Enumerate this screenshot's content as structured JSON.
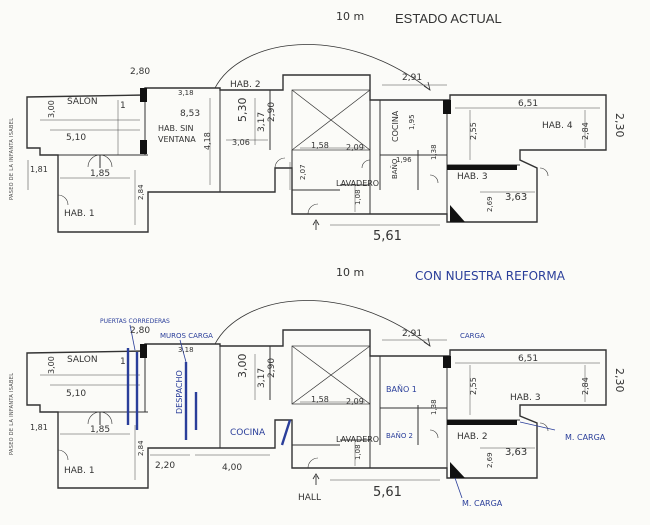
{
  "top": {
    "title": "ESTADO ACTUAL",
    "scale_note": "10 m",
    "side_text": "PASEO DE LA INFANTA ISABEL",
    "rooms": {
      "salon": "SALON",
      "hab_sin_ventana_1": "HAB. SIN",
      "hab_sin_ventana_2": "VENTANA",
      "hab2": "HAB. 2",
      "hab1": "HAB. 1",
      "cocina": "COCINA",
      "bano": "BAÑO",
      "lavadero": "LAVADERO",
      "hab3": "HAB. 3",
      "hab4": "HAB. 4"
    },
    "dims": {
      "d280": "2,80",
      "d318": "3,18",
      "d853": "8,53",
      "d510": "5,10",
      "d300a": "3,00",
      "d1": "1",
      "d181": "1,81",
      "d185": "1,85",
      "d284": "2,84",
      "d418": "4,18",
      "d530": "5,30",
      "d306": "3,06",
      "d317": "3,17",
      "d290": "2,90",
      "d207": "2,07",
      "d158": "1,58",
      "d209": "2,09",
      "d291": "2,91",
      "d195": "1,95",
      "d196": "1,96",
      "d138": "1,38",
      "d108": "1,08",
      "d561": "5,61",
      "d651": "6,51",
      "d255": "2,55",
      "d284b": "2,84",
      "d230": "2,30",
      "d363": "3,63",
      "d269": "2,69"
    }
  },
  "bottom": {
    "title": "CON NUESTRA REFORMA",
    "scale_note": "10 m",
    "side_text": "PASEO DE LA INFANTA ISABEL",
    "rooms": {
      "salon": "SALON",
      "hab1": "HAB. 1",
      "despacho": "DESPACHO",
      "cocina": "COCINA",
      "bano1": "BAÑO 1",
      "bano2": "BAÑO 2",
      "lavadero": "LAVADERO",
      "hab2": "HAB. 2",
      "hab3": "HAB. 3",
      "hall": "HALL"
    },
    "notes": {
      "puertas": "PUERTAS CORREDERAS",
      "muros_carga": "MUROS CARGA",
      "carga": "CARGA",
      "m_carga_a": "M. CARGA",
      "m_carga_b": "M. CARGA"
    },
    "dims": {
      "d280": "2,80",
      "d318": "3,18",
      "d510": "5,10",
      "d1": "1",
      "d181": "1,81",
      "d185": "1,85",
      "d284": "2,84",
      "d220": "2,20",
      "d400": "4,00",
      "d300a": "3,00",
      "d300b": "3,00",
      "d317": "3,17",
      "d290": "2,90",
      "d158": "1,58",
      "d209": "2,09",
      "d291": "2,91",
      "d138": "1,38",
      "d108": "1,08",
      "d561": "5,61",
      "d651": "6,51",
      "d255": "2,55",
      "d284b": "2,84",
      "d230": "2,30",
      "d363": "3,63",
      "d269": "2,69"
    }
  }
}
